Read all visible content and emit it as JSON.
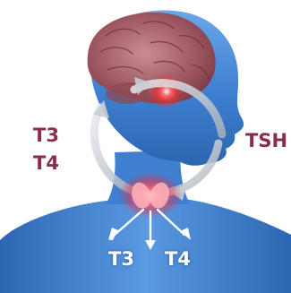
{
  "labels": {
    "t3_left": "T3",
    "t4_left": "T4",
    "tsh": "TSH",
    "t3_bottom": "T3",
    "t4_bottom": "T4"
  },
  "colors": {
    "label_dark": "#8a2d4a",
    "label_light": "#ffffff",
    "body_blue": "#3f7fd0",
    "glow_red": "#ff2a2a",
    "brain": "#9c5560",
    "cycle_arrow": "#c8cdd4"
  },
  "icons": {
    "cycle": "circular-arrows-icon",
    "secretion": "downward-arrows-icon"
  }
}
